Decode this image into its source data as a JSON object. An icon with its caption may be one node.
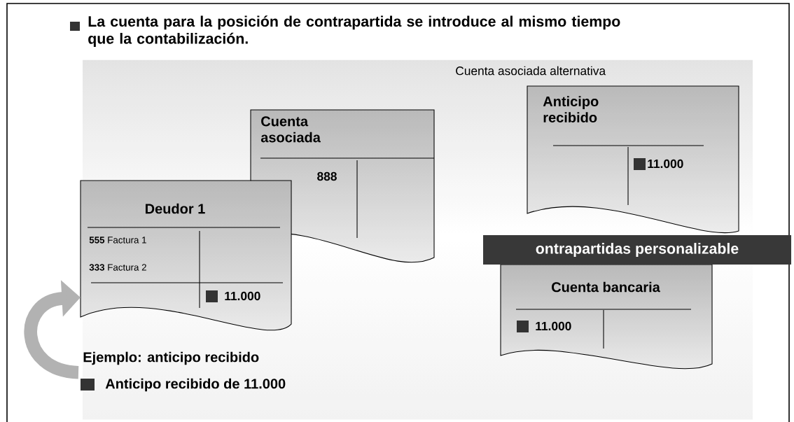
{
  "diagram": {
    "title": "La cuenta para la posición de contrapartida se introduce al mismo tiempo que la contabilización.",
    "nodes": [
      {
        "text": [
          "Cuenta asociada",
          "888"
        ]
      },
      {
        "text": [
          "Anticipo recibido",
          "11.000"
        ]
      },
      {
        "text": [
          "Deudor 1",
          "**555** Factura 1",
          "**333** Factura 2",
          "11.000"
        ]
      },
      {
        "text": [
          "ontrapartidas personalizable"
        ]
      },
      {
        "text": [
          "Cuenta bancaria",
          "11.000"
        ]
      },
      {
        "text": [
          "Ejemplo: anticipo recibido",
          "Anticipo recibido de 11.000"
        ]
      }
    ],
    "edges": [
      {
        "from": 5,
        "to": 2,
        "arrow": "to"
      }
    ],
    "labels": [
      "Cuenta asociada alternativa"
    ]
  }
}
